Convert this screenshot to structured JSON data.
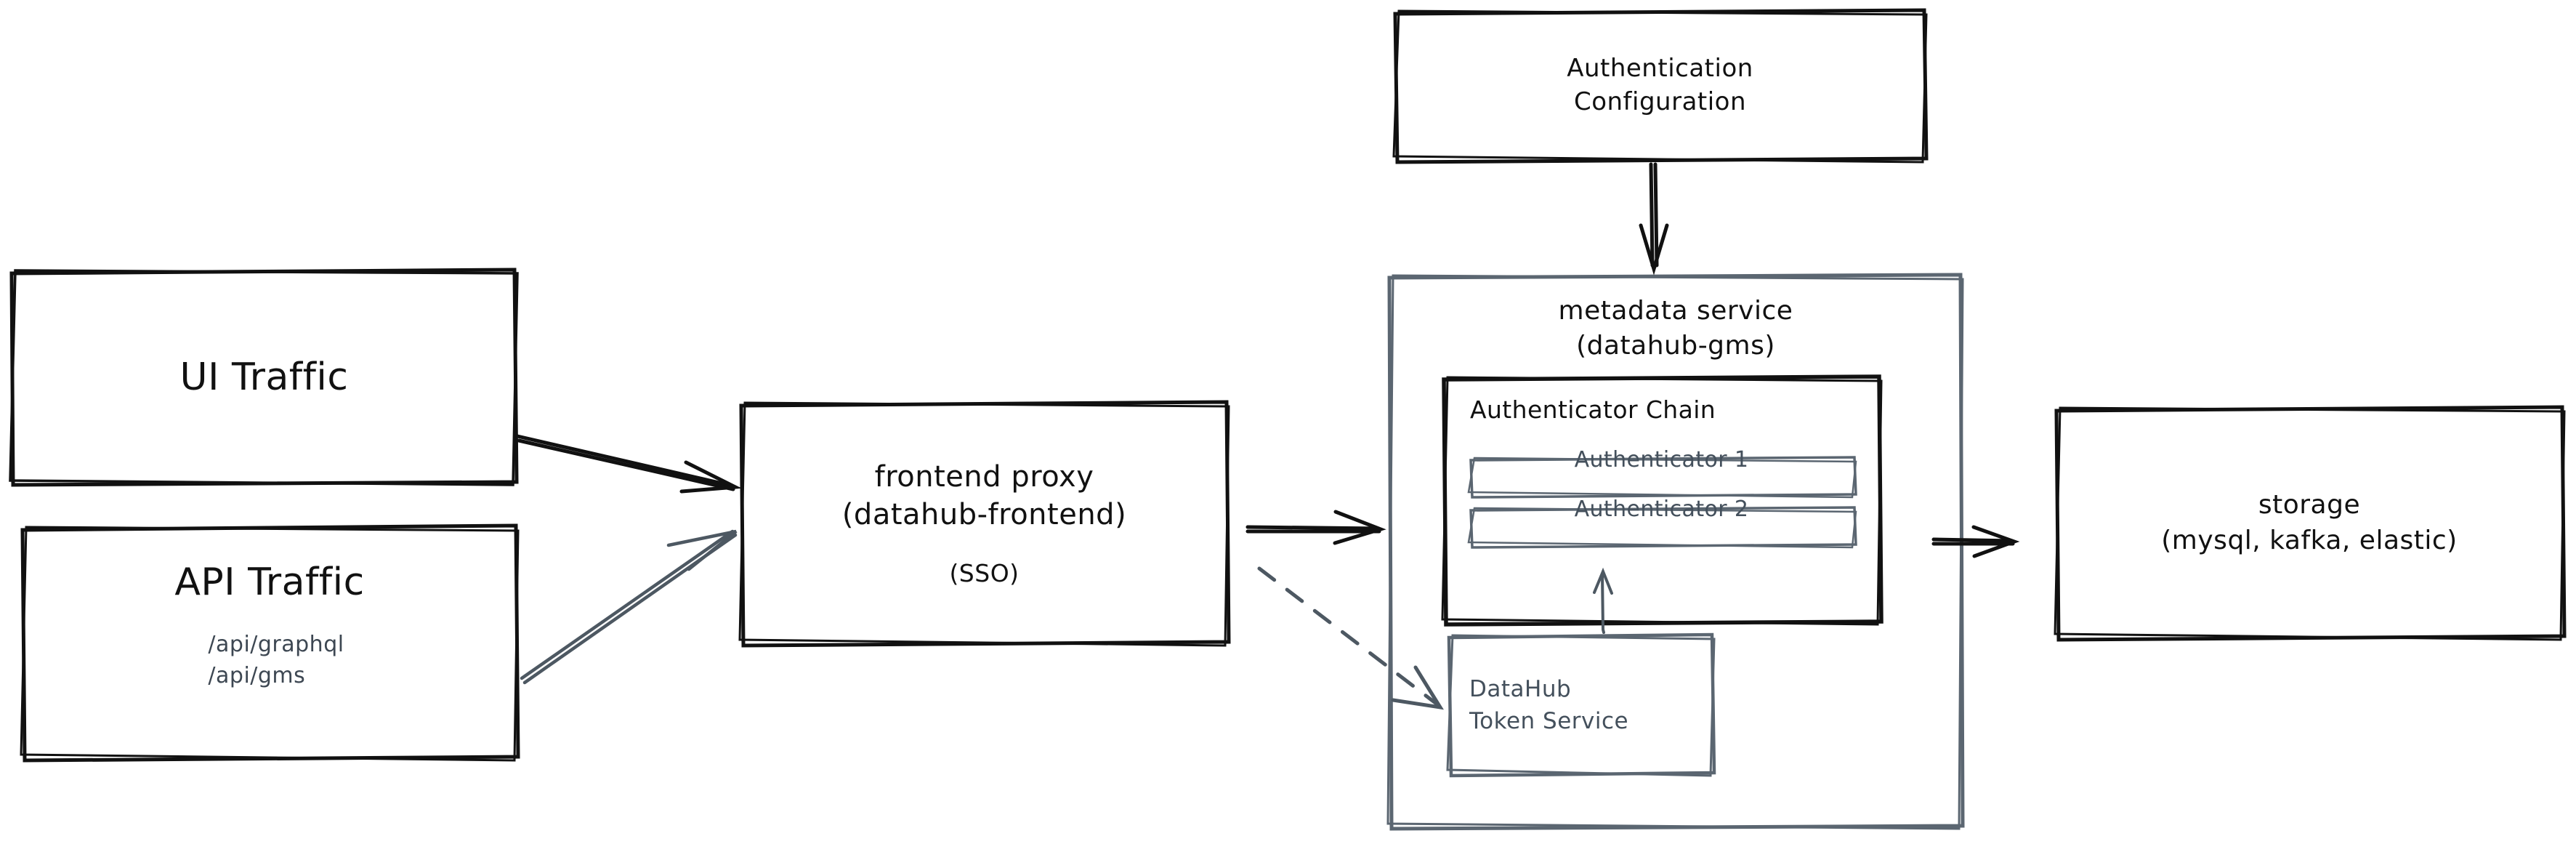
{
  "diagram": {
    "title": "DataHub Authentication Architecture",
    "style": "hand-drawn sketch",
    "background_color": "#ffffff",
    "ink_color_primary": "#111111",
    "ink_color_secondary": "#44505c"
  },
  "nodes": {
    "ui_traffic": {
      "label": "UI Traffic"
    },
    "api_traffic": {
      "title": "API Traffic",
      "paths": "/api/graphql\n/api/gms"
    },
    "frontend_proxy": {
      "title": "frontend proxy\n(datahub-frontend)",
      "sso": "(SSO)"
    },
    "auth_config": {
      "label": "Authentication\nConfiguration"
    },
    "metadata_service": {
      "title": "metadata service\n(datahub-gms)"
    },
    "authenticator_chain": {
      "title": "Authenticator Chain",
      "authenticators": [
        {
          "label": "Authenticator 1"
        },
        {
          "label": "Authenticator 2"
        }
      ]
    },
    "token_service": {
      "label": "DataHub\nToken Service"
    },
    "storage": {
      "label": "storage\n(mysql, kafka, elastic)"
    }
  },
  "edges": [
    {
      "name": "ui-traffic-to-frontend-proxy",
      "from": "ui_traffic",
      "to": "frontend_proxy",
      "style": "solid",
      "arrowhead": "open"
    },
    {
      "name": "api-traffic-to-frontend-proxy",
      "from": "api_traffic",
      "to": "frontend_proxy",
      "style": "solid",
      "arrowhead": "open"
    },
    {
      "name": "frontend-proxy-to-metadata-service",
      "from": "frontend_proxy",
      "to": "metadata_service",
      "style": "solid",
      "arrowhead": "open"
    },
    {
      "name": "frontend-proxy-to-token-service",
      "from": "frontend_proxy",
      "to": "token_service",
      "style": "dashed",
      "arrowhead": "open"
    },
    {
      "name": "auth-config-to-metadata-service",
      "from": "auth_config",
      "to": "metadata_service",
      "style": "solid",
      "arrowhead": "open"
    },
    {
      "name": "token-service-to-authenticator-chain",
      "from": "token_service",
      "to": "authenticator_chain",
      "style": "solid",
      "arrowhead": "open"
    },
    {
      "name": "metadata-service-to-storage",
      "from": "metadata_service",
      "to": "storage",
      "style": "solid",
      "arrowhead": "open"
    }
  ]
}
